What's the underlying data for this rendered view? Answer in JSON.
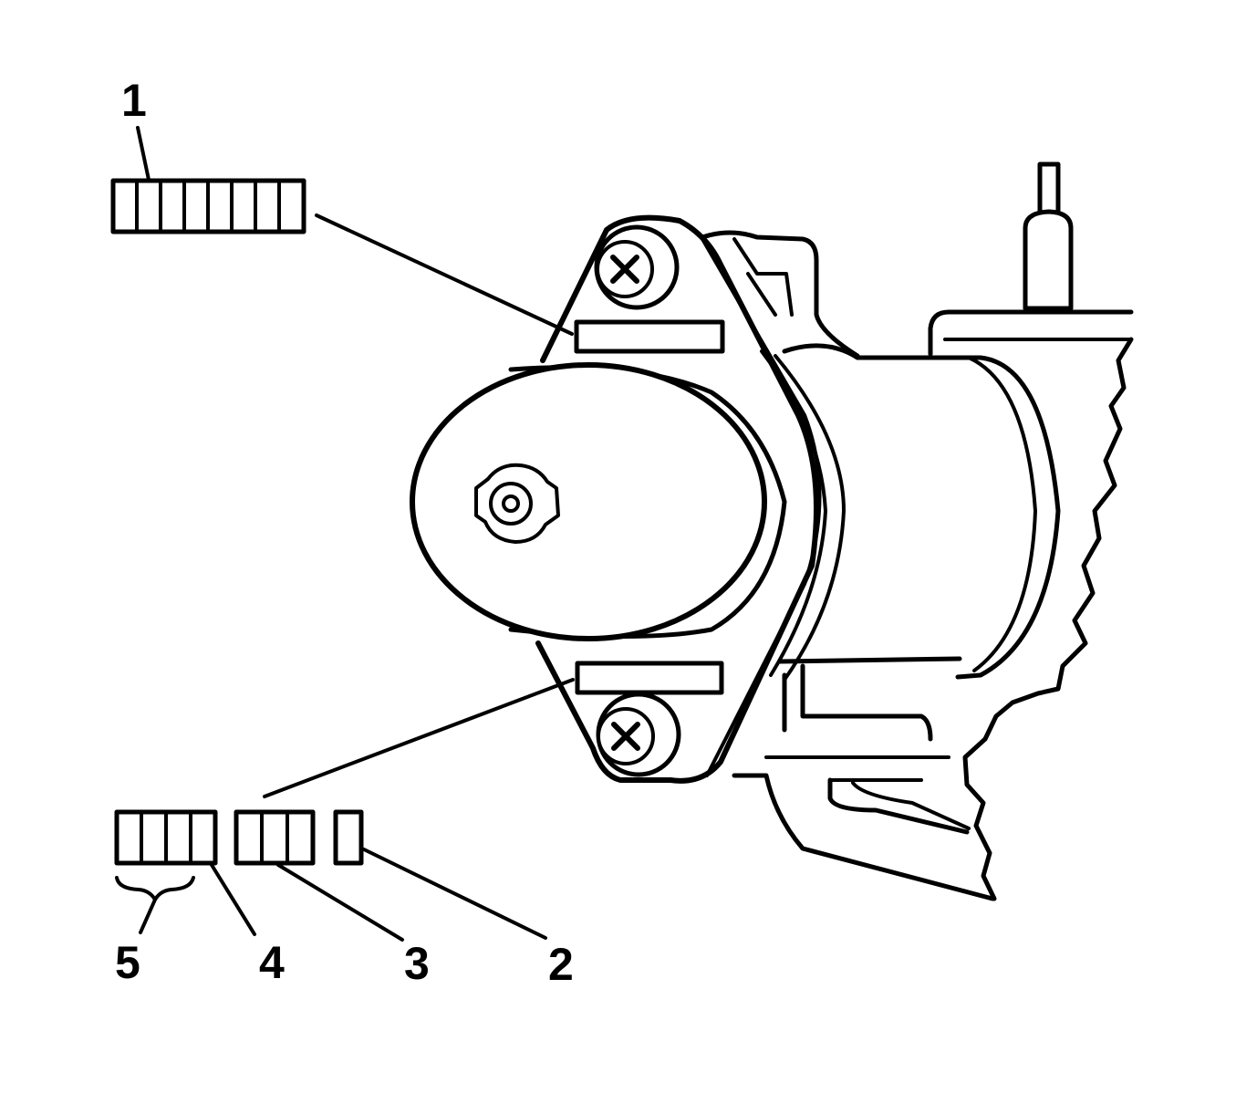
{
  "diagram": {
    "colors": {
      "ink": "#000000",
      "paper": "#ffffff"
    },
    "callouts": [
      {
        "id": "1",
        "label": "1"
      },
      {
        "id": "2",
        "label": "2"
      },
      {
        "id": "3",
        "label": "3"
      },
      {
        "id": "4",
        "label": "4"
      },
      {
        "id": "5",
        "label": "5"
      }
    ],
    "code_blocks": [
      {
        "id": "upper",
        "cells": 8
      },
      {
        "id": "lower-group-5",
        "cells": 4
      },
      {
        "id": "lower-group-3",
        "cells": 3
      },
      {
        "id": "lower-single-2",
        "cells": 1
      }
    ]
  }
}
